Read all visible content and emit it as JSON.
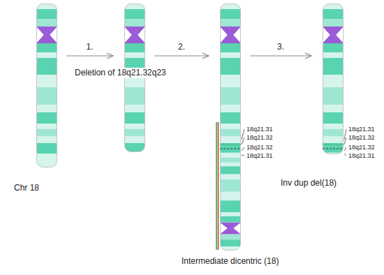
{
  "diagram": {
    "nodes": [
      {
        "text": [
          "Chr 18"
        ]
      },
      {
        "text": [
          "Deletion of 18q21.32q23"
        ]
      },
      {
        "text": [
          "Intermediate dicentric (18)"
        ]
      },
      {
        "text": [
          "Inv dup del(18)"
        ]
      }
    ],
    "edges": [
      {
        "from": 0,
        "to": 1,
        "arrow": "to",
        "label": "1."
      },
      {
        "from": 1,
        "to": 2,
        "arrow": "to",
        "label": "2."
      },
      {
        "from": 2,
        "to": 3,
        "arrow": "to",
        "label": "3."
      }
    ],
    "labels": [
      "18q21.31",
      "18q21.32",
      "18q21.32",
      "18q21.31",
      "18q21.31",
      "18q21.32",
      "18q21.32",
      "18q21.31"
    ]
  }
}
